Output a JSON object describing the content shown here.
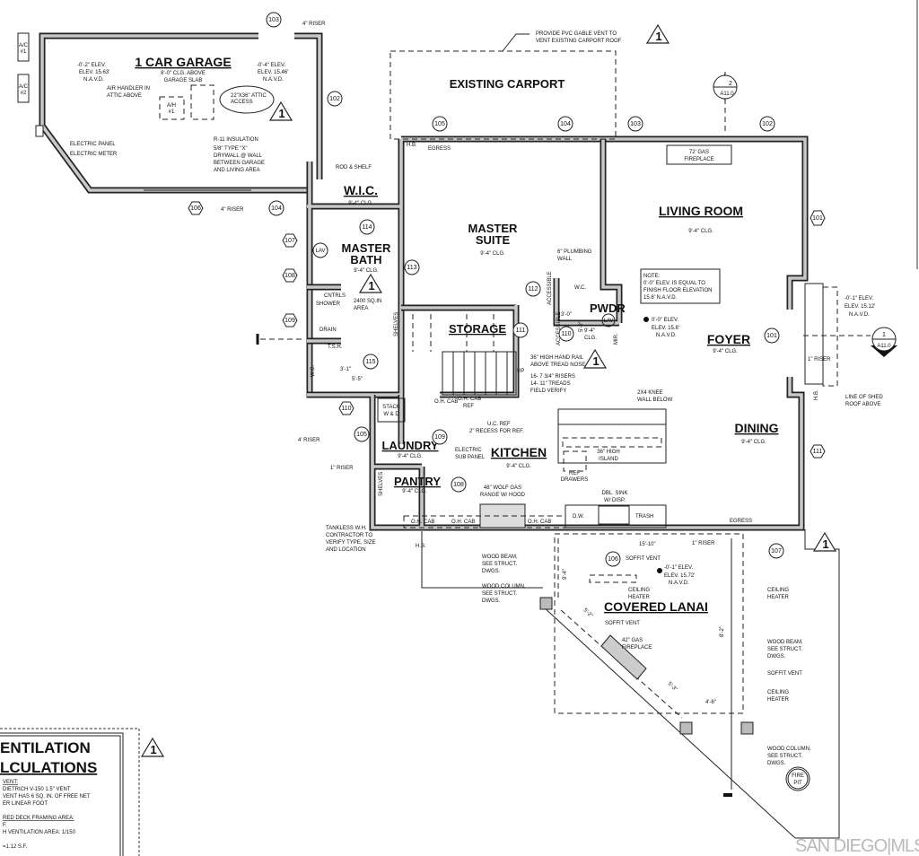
{
  "garage": {
    "title": "1 CAR GARAGE",
    "ceiling": [
      "8'-0\" CLG. ABOVE",
      "GARAGE SLAB"
    ],
    "elev_left": [
      "-0'-2\" ELEV.",
      "ELEV. 15.63'",
      "N.A.V.D."
    ],
    "elev_right": [
      "-0'-4\" ELEV.",
      "ELEV. 15.46'",
      "N.A.V.D."
    ],
    "air_handler_note": [
      "AIR HANDLER IN",
      "ATTIC ABOVE"
    ],
    "air_handler_label": [
      "A/H",
      "#1"
    ],
    "attic_access": [
      "22\"X36\" ATTIC",
      "ACCESS"
    ],
    "ac_units": [
      [
        "A/C",
        "#1"
      ],
      [
        "A/C",
        "#2"
      ]
    ],
    "electric_panel": "ELECTRIC PANEL",
    "electric_meter": "ELECTRIC METER",
    "insulation_note": [
      "R-11 INSULATION",
      "5/8\" TYPE \"X\"",
      "DRYWALL @ WALL",
      "BETWEEN GARAGE",
      "AND LIVING AREA"
    ],
    "riser_top": "4\" RISER",
    "riser_bottom": "4\" RISER"
  },
  "carport": {
    "title": "EXISTING CARPORT",
    "note": [
      "PROVIDE PVC GABLE VENT TO",
      "VENT EXISTING CARPORT ROOF"
    ]
  },
  "wic": {
    "title": "W.I.C.",
    "ceiling": "9'-4\" CLG.",
    "rod_shelf": "ROD & SHELF"
  },
  "master_bath": {
    "title": [
      "MASTER",
      "BATH"
    ],
    "ceiling": "9'-4\" CLG.",
    "shower_area": [
      "2400 SQ.IN",
      "AREA"
    ],
    "shower": [
      "CNTRLS",
      "SHOWER",
      "DRAIN",
      "T.S.H."
    ],
    "dims": [
      "5'-5\"",
      "3'-1\""
    ],
    "shelves": "SHELVES",
    "wc": "W.C.",
    "lav": "LAV"
  },
  "master_suite": {
    "title": [
      "MASTER",
      "SUITE"
    ],
    "ceiling": "9'-4\" CLG.",
    "plumbing_note": [
      "6\" PLUMBING",
      "WALL"
    ],
    "accessible": "ACCESSIBLE"
  },
  "powder": {
    "title": "PWDR",
    "wc": "W.C.",
    "dim": "3'-0\"",
    "dim2": "5'-2\"",
    "ceiling": [
      "9'-4\"",
      "CLG."
    ],
    "mirror": "MIR.",
    "lav": "LAV",
    "accessible": "ACCESSIBLE"
  },
  "storage": {
    "title": "STORAGE",
    "rail_note": [
      "36\" HIGH HAND RAIL",
      "ABOVE TREAD NOSE"
    ],
    "up": "UP",
    "stair_note": [
      "16- 7 3/4\" RISERS",
      "14- 11\" TREADS",
      "FIELD VERIFY"
    ]
  },
  "living_room": {
    "title": "LIVING ROOM",
    "ceiling": "9'-4\" CLG.",
    "fireplace": [
      "72' GAS",
      "FIREPLACE"
    ]
  },
  "note_box": [
    "NOTE:",
    "0'-0\" ELEV. IS EQUAL TO",
    "FINISH FLOOR ELEVATION",
    "15.8' N.A.V.D."
  ],
  "floor_elev": [
    "0'-0\" ELEV.",
    "ELEV. 15.8'",
    "N.A.V.D."
  ],
  "foyer": {
    "title": "FOYER",
    "ceiling": "9'-4\" CLG.",
    "porch_elev": [
      "-0'-1\" ELEV.",
      "ELEV. 15.12'",
      "N.A.V.D."
    ],
    "riser": "1\" RISER",
    "shed_roof": [
      "LINE OF SHED",
      "ROOF ABOVE"
    ],
    "hb": "H.B."
  },
  "dining": {
    "title": "DINING",
    "ceiling": "9'-4\" CLG."
  },
  "kitchen": {
    "title": "KITCHEN",
    "ceiling": "9'-4\" CLG.",
    "knee_wall": [
      "2X4 KNEE",
      "WALL BELOW"
    ],
    "island": [
      "36\" HIGH",
      "ISLAND"
    ],
    "ref_drawers": [
      "REF",
      "DRAWERS"
    ],
    "oh_cab_ref": [
      "O.H. CAB",
      "REF"
    ],
    "uc_ref": "U.C. REF",
    "recess": "2\" RECESS FOR REF.",
    "range": [
      "48\" WOLF GAS",
      "RANGE W/ HOOD"
    ],
    "sink": [
      "DBL. SINK",
      "W/ DISP."
    ],
    "dw": "D.W.",
    "trash": "TRASH",
    "oh_cabs": [
      "O.H. CAB",
      "O.H. CAB",
      "O.H. CAB",
      "O.H. CAB"
    ],
    "egress": "EGRESS"
  },
  "laundry": {
    "title": "LAUNDRY",
    "ceiling": "9'-4\" CLG.",
    "stack": [
      "STACK",
      "W & D"
    ],
    "sub_panel": [
      "ELECTRIC",
      "SUB PANEL"
    ],
    "riser_4": "4' RISER",
    "riser_1": "1\" RISER"
  },
  "pantry": {
    "title": "PANTRY",
    "ceiling": "9'-4\" CLG.",
    "shelves": "SHELVES"
  },
  "water_heater": [
    "TANKLESS W.H.",
    "CONTRACTOR TO",
    "VERIFY TYPE, SIZE",
    "AND LOCATION"
  ],
  "hb_labels": [
    "H.B.",
    "H.B."
  ],
  "egress_top": "EGRESS",
  "lanai": {
    "title": "COVERED LANAI",
    "elev": [
      "-0'-1\" ELEV.",
      "ELEV. 15.72'",
      "N.A.V.D."
    ],
    "soffit": "SOFFIT VENT",
    "soffit2": "SOFFIT VENT",
    "heater": [
      "CEILING",
      "HEATER"
    ],
    "fireplace": [
      "42\" GAS",
      "FIREPLACE"
    ],
    "dims": [
      "15'-10\"",
      "9'-4\"",
      "5'-2\"",
      "5'-3\"",
      "4'-6\"",
      "8'-2\""
    ],
    "riser": "1\" RISER",
    "wood_beam": [
      "WOOD BEAM,",
      "SEE STRUCT.",
      "DWGS."
    ],
    "wood_column": [
      "WOOD COLUMN,",
      "SEE STRUCT.",
      "DWGS."
    ],
    "right_heater1": [
      "CEILING",
      "HEATER"
    ],
    "right_beam": [
      "WOOD BEAM,",
      "SEE STRUCT.",
      "DWGS."
    ],
    "right_soffit": "SOFFIT VENT",
    "right_heater2": [
      "CEILING",
      "HEATER"
    ],
    "right_column": [
      "WOOD COLUMN,",
      "SEE STRUCT.",
      "DWGS."
    ],
    "fire_pit": [
      "FIRE",
      "PIT"
    ]
  },
  "tags": [
    "103",
    "102",
    "104",
    "105",
    "104",
    "103",
    "102",
    "101",
    "101",
    "106",
    "107",
    "108",
    "109",
    "110",
    "105",
    "109",
    "108",
    "106",
    "107",
    "111",
    "112",
    "111",
    "110",
    "113",
    "114",
    "115"
  ],
  "section_markers": [
    {
      "num": "2",
      "sheet": "A11.0"
    },
    {
      "num": "1",
      "sheet": "A11.0"
    }
  ],
  "revision": "1",
  "ventilation": {
    "title": [
      "ENTILATION",
      "LCULATIONS"
    ],
    "lines": [
      "VENT:",
      "DIETRICH V-150 1.5\" VENT",
      "VENT HAS 6 SQ. IN. OF FREE NET",
      "ER LINEAR FOOT",
      "RED DECK FRAMING AREA:",
      "F.",
      "H VENTILATION AREA: 1/150",
      "=1.12 S.F."
    ]
  },
  "watermark": "SAN DIEGO|MLS"
}
